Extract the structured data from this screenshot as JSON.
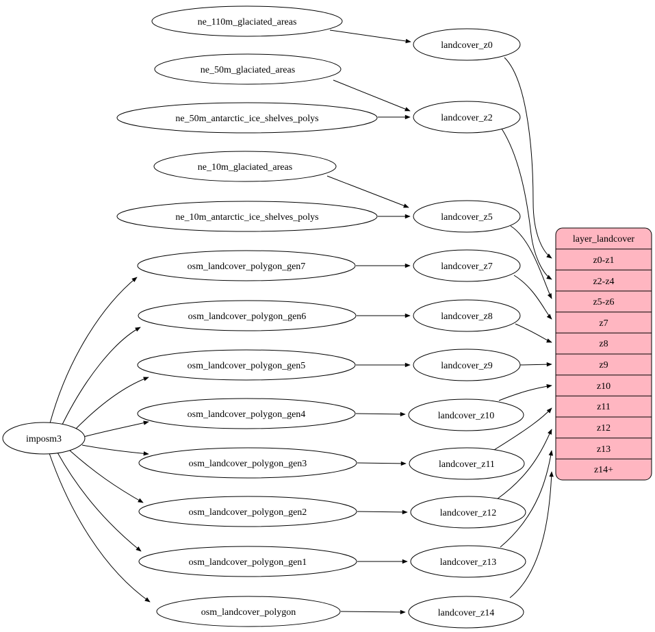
{
  "diagram": {
    "type": "graphviz-dependency-graph",
    "colors": {
      "background": "#ffffff",
      "node_stroke": "#000000",
      "edge_stroke": "#000000",
      "record_fill": "#ffb6c1",
      "text": "#000000"
    },
    "nodes": {
      "imposm3": "imposm3",
      "ne_110m_glaciated_areas": "ne_110m_glaciated_areas",
      "ne_50m_glaciated_areas": "ne_50m_glaciated_areas",
      "ne_50m_antarctic_ice_shelves_polys": "ne_50m_antarctic_ice_shelves_polys",
      "ne_10m_glaciated_areas": "ne_10m_glaciated_areas",
      "ne_10m_antarctic_ice_shelves_polys": "ne_10m_antarctic_ice_shelves_polys",
      "osm_landcover_polygon_gen7": "osm_landcover_polygon_gen7",
      "osm_landcover_polygon_gen6": "osm_landcover_polygon_gen6",
      "osm_landcover_polygon_gen5": "osm_landcover_polygon_gen5",
      "osm_landcover_polygon_gen4": "osm_landcover_polygon_gen4",
      "osm_landcover_polygon_gen3": "osm_landcover_polygon_gen3",
      "osm_landcover_polygon_gen2": "osm_landcover_polygon_gen2",
      "osm_landcover_polygon_gen1": "osm_landcover_polygon_gen1",
      "osm_landcover_polygon": "osm_landcover_polygon",
      "landcover_z0": "landcover_z0",
      "landcover_z2": "landcover_z2",
      "landcover_z5": "landcover_z5",
      "landcover_z7": "landcover_z7",
      "landcover_z8": "landcover_z8",
      "landcover_z9": "landcover_z9",
      "landcover_z10": "landcover_z10",
      "landcover_z11": "landcover_z11",
      "landcover_z12": "landcover_z12",
      "landcover_z13": "landcover_z13",
      "landcover_z14": "landcover_z14"
    },
    "table": {
      "title": "layer_landcover",
      "rows": [
        "z0-z1",
        "z2-z4",
        "z5-z6",
        "z7",
        "z8",
        "z9",
        "z10",
        "z11",
        "z12",
        "z13",
        "z14+"
      ]
    },
    "edges": [
      {
        "from": "imposm3",
        "to": "osm_landcover_polygon_gen7"
      },
      {
        "from": "imposm3",
        "to": "osm_landcover_polygon_gen6"
      },
      {
        "from": "imposm3",
        "to": "osm_landcover_polygon_gen5"
      },
      {
        "from": "imposm3",
        "to": "osm_landcover_polygon_gen4"
      },
      {
        "from": "imposm3",
        "to": "osm_landcover_polygon_gen3"
      },
      {
        "from": "imposm3",
        "to": "osm_landcover_polygon_gen2"
      },
      {
        "from": "imposm3",
        "to": "osm_landcover_polygon_gen1"
      },
      {
        "from": "imposm3",
        "to": "osm_landcover_polygon"
      },
      {
        "from": "ne_110m_glaciated_areas",
        "to": "landcover_z0"
      },
      {
        "from": "ne_50m_glaciated_areas",
        "to": "landcover_z2"
      },
      {
        "from": "ne_50m_antarctic_ice_shelves_polys",
        "to": "landcover_z2"
      },
      {
        "from": "ne_10m_glaciated_areas",
        "to": "landcover_z5"
      },
      {
        "from": "ne_10m_antarctic_ice_shelves_polys",
        "to": "landcover_z5"
      },
      {
        "from": "osm_landcover_polygon_gen7",
        "to": "landcover_z7"
      },
      {
        "from": "osm_landcover_polygon_gen6",
        "to": "landcover_z8"
      },
      {
        "from": "osm_landcover_polygon_gen5",
        "to": "landcover_z9"
      },
      {
        "from": "osm_landcover_polygon_gen4",
        "to": "landcover_z10"
      },
      {
        "from": "osm_landcover_polygon_gen3",
        "to": "landcover_z11"
      },
      {
        "from": "osm_landcover_polygon_gen2",
        "to": "landcover_z12"
      },
      {
        "from": "osm_landcover_polygon_gen1",
        "to": "landcover_z13"
      },
      {
        "from": "osm_landcover_polygon",
        "to": "landcover_z14"
      },
      {
        "from": "landcover_z0",
        "to": "layer_landcover:z0-z1"
      },
      {
        "from": "landcover_z2",
        "to": "layer_landcover:z2-z4"
      },
      {
        "from": "landcover_z5",
        "to": "layer_landcover:z5-z6"
      },
      {
        "from": "landcover_z7",
        "to": "layer_landcover:z7"
      },
      {
        "from": "landcover_z8",
        "to": "layer_landcover:z8"
      },
      {
        "from": "landcover_z9",
        "to": "layer_landcover:z9"
      },
      {
        "from": "landcover_z10",
        "to": "layer_landcover:z10"
      },
      {
        "from": "landcover_z11",
        "to": "layer_landcover:z11"
      },
      {
        "from": "landcover_z12",
        "to": "layer_landcover:z12"
      },
      {
        "from": "landcover_z13",
        "to": "layer_landcover:z13"
      },
      {
        "from": "landcover_z14",
        "to": "layer_landcover:z14+"
      }
    ]
  }
}
